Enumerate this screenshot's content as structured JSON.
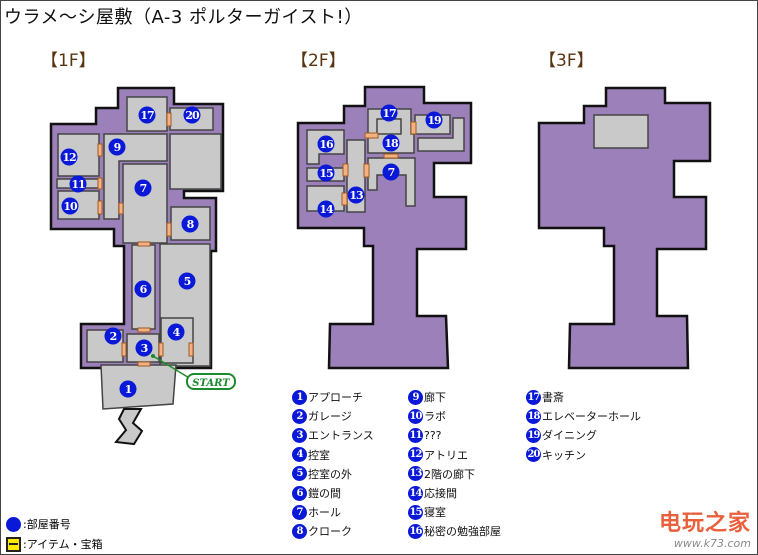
{
  "title": "ウラメ〜シ屋敷（A-3 ポルターガイスト!）",
  "floors": [
    {
      "label": "【1F】"
    },
    {
      "label": "【2F】"
    },
    {
      "label": "【3F】"
    }
  ],
  "start_label": "START",
  "markers": {
    "f1": [
      "17",
      "20",
      "9",
      "12",
      "11",
      "10",
      "7",
      "8",
      "6",
      "5",
      "2",
      "4",
      "3",
      "1"
    ],
    "f2": [
      "17",
      "19",
      "16",
      "18",
      "15",
      "7",
      "13",
      "14"
    ]
  },
  "rooms": [
    {
      "num": "1",
      "name": "アプローチ"
    },
    {
      "num": "2",
      "name": "ガレージ"
    },
    {
      "num": "3",
      "name": "エントランス"
    },
    {
      "num": "4",
      "name": "控室"
    },
    {
      "num": "5",
      "name": "控室の外"
    },
    {
      "num": "6",
      "name": "鎧の間"
    },
    {
      "num": "7",
      "name": "ホール"
    },
    {
      "num": "8",
      "name": "クローク"
    },
    {
      "num": "9",
      "name": "廊下"
    },
    {
      "num": "10",
      "name": "ラボ"
    },
    {
      "num": "11",
      "name": "???"
    },
    {
      "num": "12",
      "name": "アトリエ"
    },
    {
      "num": "13",
      "name": "2階の廊下"
    },
    {
      "num": "14",
      "name": "応接間"
    },
    {
      "num": "15",
      "name": "寝室"
    },
    {
      "num": "16",
      "name": "秘密の勉強部屋"
    },
    {
      "num": "17",
      "name": "書斎"
    },
    {
      "num": "18",
      "name": "エレベーターホール"
    },
    {
      "num": "19",
      "name": "ダイニング"
    },
    {
      "num": "20",
      "name": "キッチン"
    }
  ],
  "key": {
    "room_number": ":部屋番号",
    "item": ":アイテム・宝箱"
  },
  "logo": {
    "name": "电玩之家",
    "url": "www.k73.com"
  },
  "colors": {
    "floor": "#9b80b9",
    "room": "#c9c9c9",
    "door": "#f4b183",
    "marker": "#0a18d8",
    "start": "#1e8a2e"
  }
}
